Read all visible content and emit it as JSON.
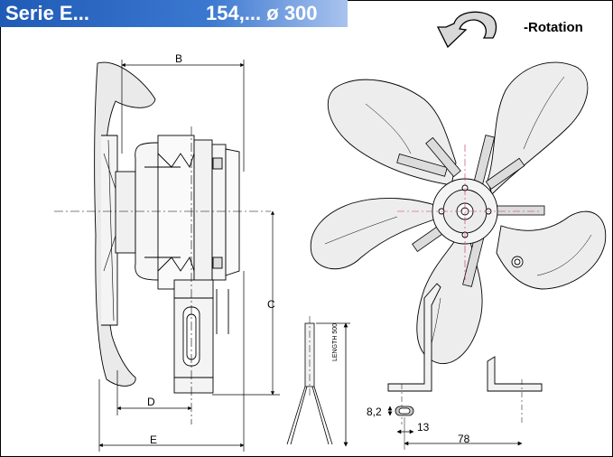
{
  "title": {
    "series": "Serie  E...",
    "size": "154,... ø 300",
    "color_start": "#1f5bb6",
    "color_end": "#a9c3ee"
  },
  "rotation": {
    "label": "-Rotation",
    "icon": "counterclockwise-arrow-icon"
  },
  "dimensions": {
    "b": "B",
    "c": "C",
    "d": "D",
    "e": "E",
    "cable_length": "LENGTH  500",
    "slot_height": "8,2",
    "slot_width": "13",
    "bracket_offset": "78"
  }
}
